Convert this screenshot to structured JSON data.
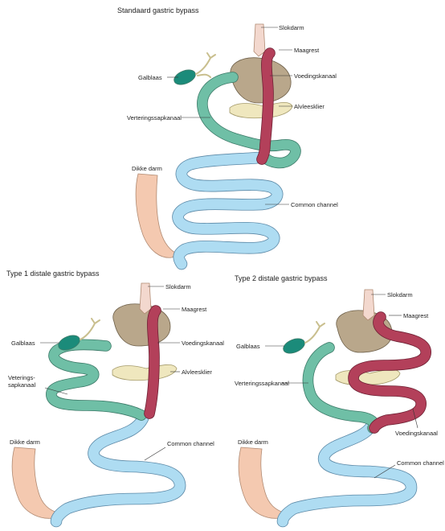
{
  "colors": {
    "blue": "#aedcf2",
    "blue_edge": "#5b88a6",
    "teal": "#6fbfa6",
    "teal_edge": "#3c7a68",
    "red": "#b3405a",
    "red_edge": "#6f2134",
    "stomach": "#b9a78b",
    "stomach_edge": "#6e604a",
    "pancreas": "#efe7be",
    "pancreas_edge": "#a49a6a",
    "colon": "#f4c9b0",
    "colon_edge": "#b08a72",
    "gallbladder": "#1b8b7a",
    "esophagus": "#f3d8ce"
  },
  "panels": {
    "standard": {
      "title": "Standaard gastric bypass",
      "slokdarm": "Slokdarm",
      "maagrest": "Maagrest",
      "galblaas": "Galblaas",
      "voedingskanaal": "Voedingskanaal",
      "alvleesklier": "Alvleesklier",
      "verteringssapkanaal": "Verteringssapkanaal",
      "dikke_darm": "Dikke darm",
      "common_channel": "Common channel"
    },
    "type1": {
      "title": "Type 1 distale gastric bypass",
      "slokdarm": "Slokdarm",
      "maagrest": "Maagrest",
      "galblaas": "Galblaas",
      "voedingskanaal": "Voedingskanaal",
      "alvleesklier": "Alvleesklier",
      "verteringssapkanaal_1": "Veterings-",
      "verteringssapkanaal_2": "sapkanaal",
      "dikke_darm": "Dikke darm",
      "common_channel": "Common channel"
    },
    "type2": {
      "title": "Type 2 distale gastric bypass",
      "slokdarm": "Slokdarm",
      "maagrest": "Maagrest",
      "galblaas": "Galblaas",
      "verteringssapkanaal": "Verteringssapkanaal",
      "voedingskanaal": "Voedingskanaal",
      "dikke_darm": "Dikke darm",
      "common_channel": "Common channel"
    }
  }
}
